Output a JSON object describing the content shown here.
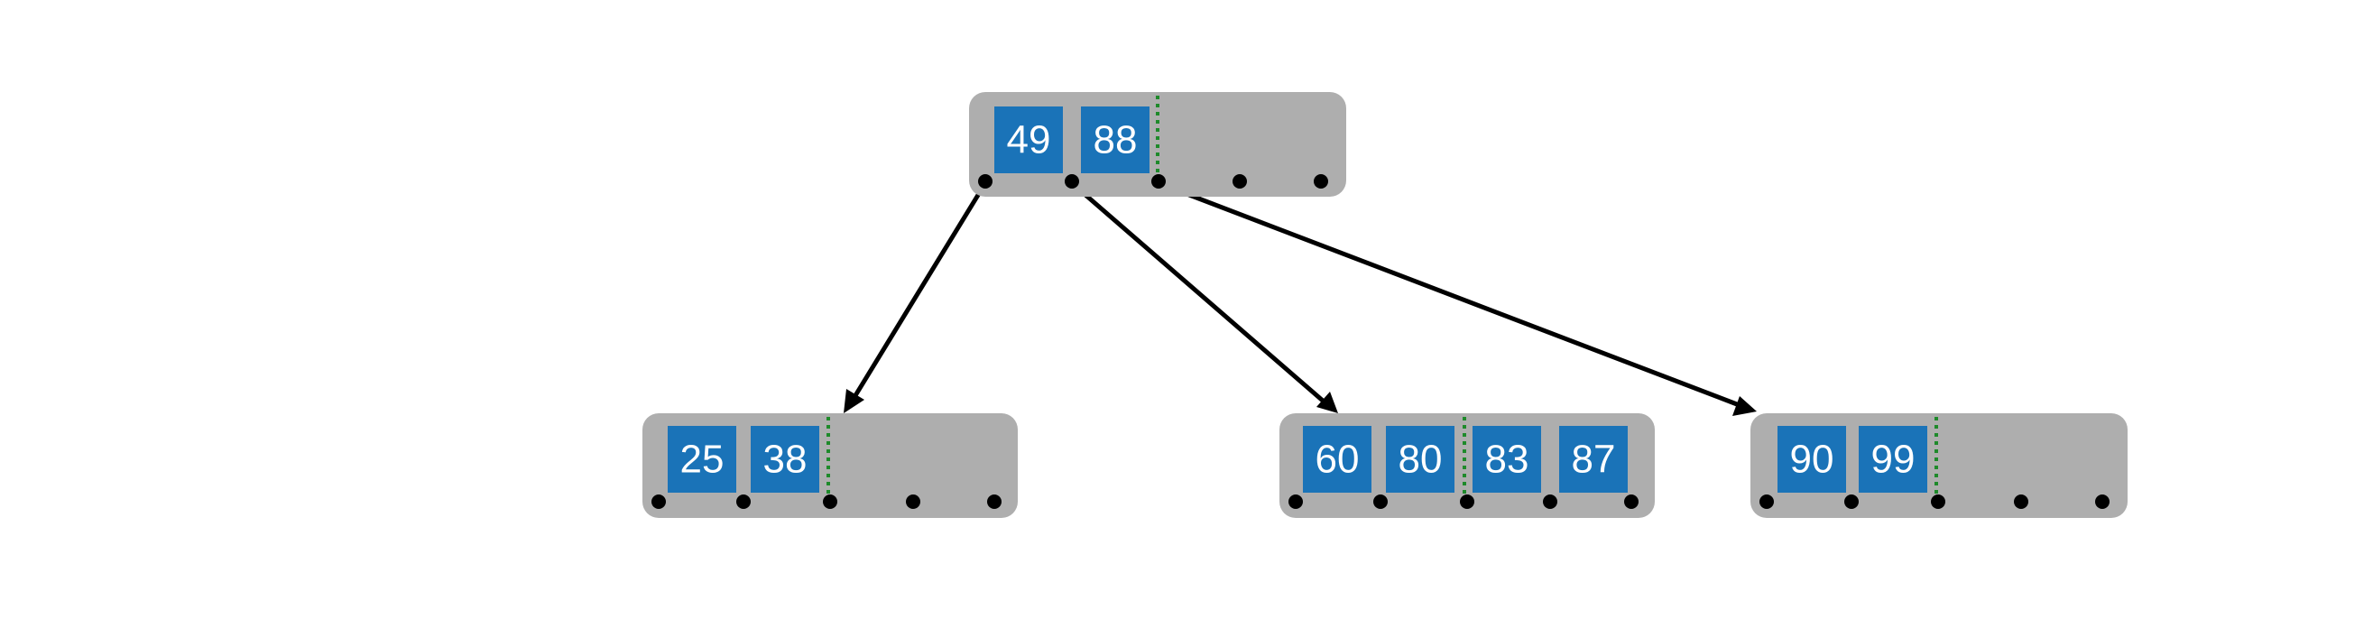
{
  "colors": {
    "node_fill": "#aeaeae",
    "key_fill": "#1a73b8",
    "key_text": "#ffffff",
    "separator": "#1e8a2a",
    "pointer": "#000000",
    "edge": "#000000"
  },
  "tree": {
    "root": {
      "keys": [
        "49",
        "88"
      ],
      "pointer_slots": 5,
      "children": [
        "leaf_left",
        "leaf_middle",
        "leaf_right"
      ]
    },
    "leaf_left": {
      "keys": [
        "25",
        "38"
      ],
      "pointer_slots": 5
    },
    "leaf_middle": {
      "keys": [
        "60",
        "80",
        "83",
        "87"
      ],
      "pointer_slots": 5
    },
    "leaf_right": {
      "keys": [
        "90",
        "99"
      ],
      "pointer_slots": 5
    }
  },
  "edges": [
    {
      "from": "root",
      "pointer": 0,
      "to": "leaf_left"
    },
    {
      "from": "root",
      "pointer": 1,
      "to": "leaf_middle"
    },
    {
      "from": "root",
      "pointer": 2,
      "to": "leaf_right"
    }
  ]
}
